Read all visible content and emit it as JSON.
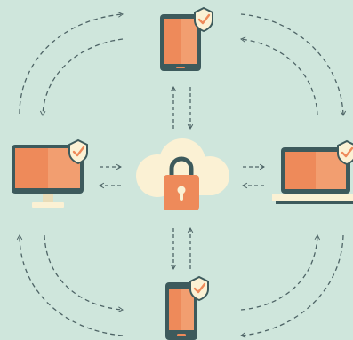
{
  "colors": {
    "background": "#cfe6dc",
    "device_frame": "#3d5a5c",
    "screen": "#ee8a5a",
    "screen_highlight": "#f29e70",
    "stand": "#fbf1d4",
    "cloud": "#fbf1d4",
    "lock_body": "#ee8a5a",
    "lock_shackle": "#3d5a5c",
    "shield": "#fbf1d4",
    "check": "#ee8a5a",
    "arrows": "#4e6466"
  },
  "nodes": [
    {
      "id": "tablet",
      "icon": "tablet-icon",
      "badge": "shield-check-icon"
    },
    {
      "id": "desktop",
      "icon": "monitor-icon",
      "badge": "shield-check-icon"
    },
    {
      "id": "cloud",
      "icon": "cloud-lock-icon"
    },
    {
      "id": "laptop",
      "icon": "laptop-icon",
      "badge": "shield-check-icon"
    },
    {
      "id": "phone",
      "icon": "smartphone-icon",
      "badge": "shield-check-icon"
    }
  ],
  "connections": [
    {
      "from": "tablet",
      "to": "cloud",
      "bidirectional": true
    },
    {
      "from": "desktop",
      "to": "cloud",
      "bidirectional": true
    },
    {
      "from": "laptop",
      "to": "cloud",
      "bidirectional": true
    },
    {
      "from": "phone",
      "to": "cloud",
      "bidirectional": true
    },
    {
      "from": "tablet",
      "to": "desktop",
      "bidirectional": true
    },
    {
      "from": "tablet",
      "to": "laptop",
      "bidirectional": true
    },
    {
      "from": "desktop",
      "to": "phone",
      "bidirectional": true
    },
    {
      "from": "laptop",
      "to": "phone",
      "bidirectional": true
    }
  ]
}
